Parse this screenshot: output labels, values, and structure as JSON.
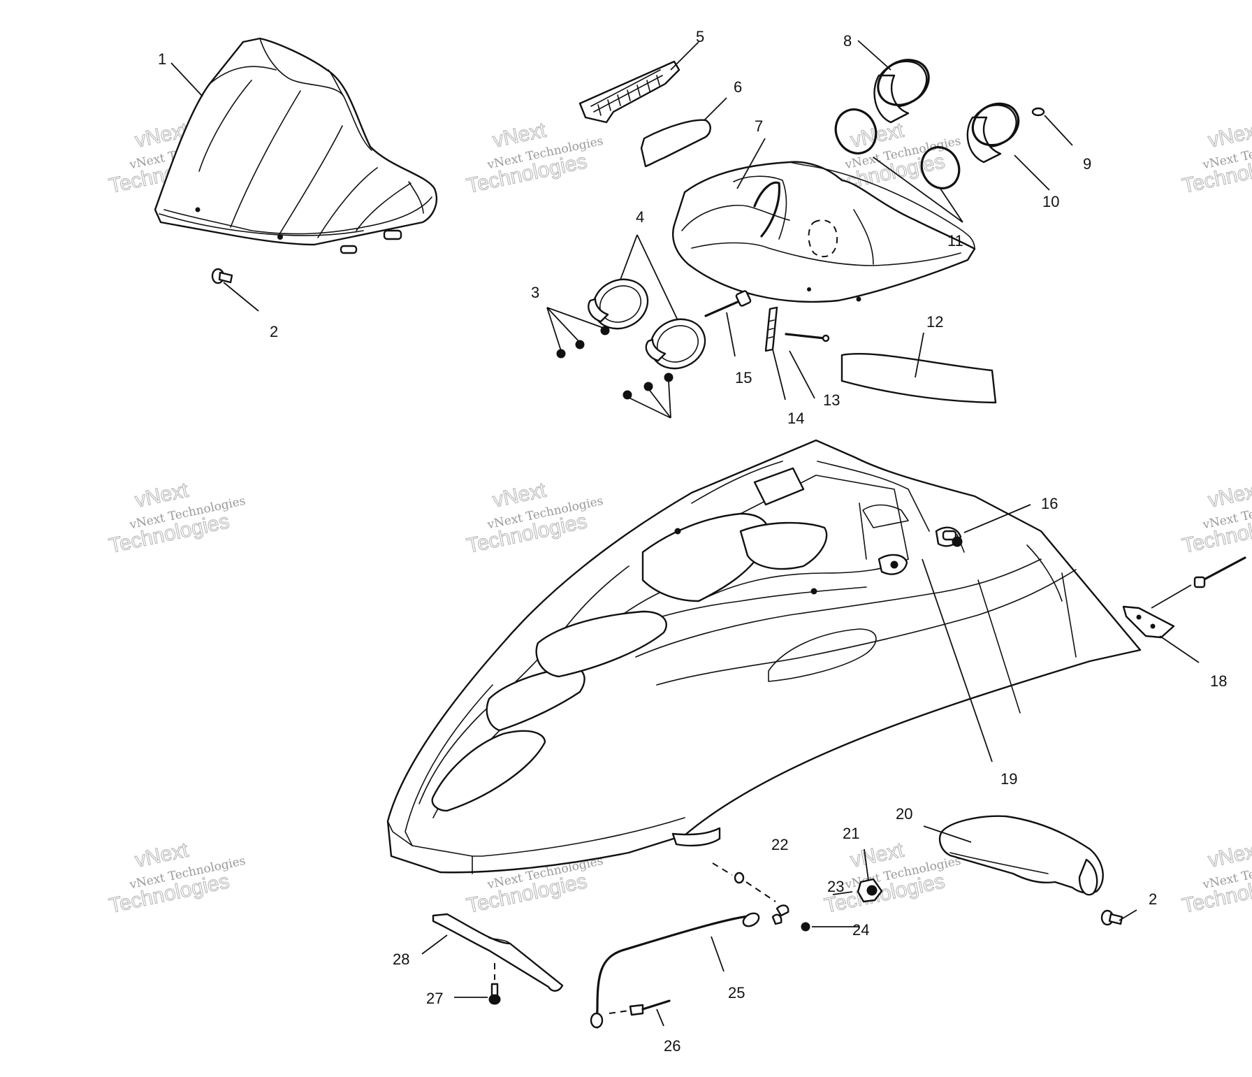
{
  "diagram": {
    "callouts": [
      "1",
      "2",
      "3",
      "4",
      "5",
      "6",
      "7",
      "8",
      "9",
      "10",
      "11",
      "12",
      "13",
      "14",
      "15",
      "16",
      "18",
      "19",
      "20",
      "21",
      "22",
      "23",
      "24",
      "25",
      "26",
      "27",
      "28"
    ],
    "watermark": {
      "small": "vNext Technologies",
      "large_top": "vNext",
      "large_bottom": "Technologies"
    }
  }
}
